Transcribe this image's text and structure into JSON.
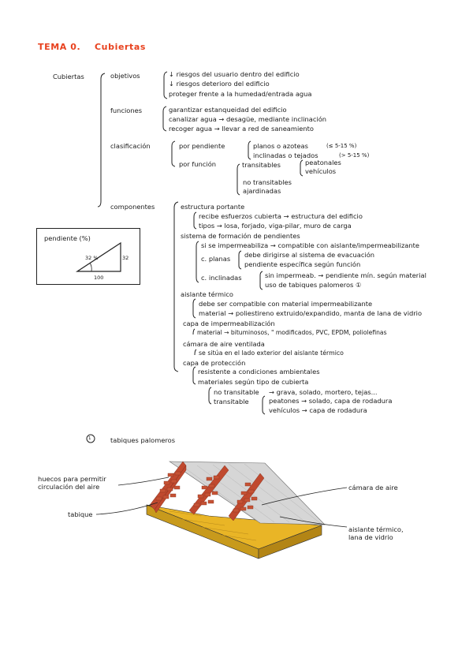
{
  "header": {
    "tema": "TEMA 0.",
    "title": "Cubiertas"
  },
  "root": "Cubiertas",
  "objetivos": {
    "label": "objetivos",
    "items": [
      "↓ riesgos del usuario dentro del edificio",
      "↓ riesgos deterioro del edificio",
      "proteger frente a la humedad/entrada agua"
    ]
  },
  "funciones": {
    "label": "funciones",
    "items": [
      "garantizar estanqueidad del edificio",
      "canalizar agua → desagüe, mediante inclinación",
      "recoger agua → llevar a red de saneamiento"
    ]
  },
  "clasificacion": {
    "label": "clasificación",
    "por_pendiente": "por pendiente",
    "planos": "planos o azoteas",
    "planos_range": "(≤ 5-15 %)",
    "inclinados": "inclinadas o tejados",
    "inclinados_range": "(> 5-15 %)",
    "por_funcion": "por función",
    "transitables": "transitables",
    "peatonales": "peatonales",
    "vehiculos": "vehículos",
    "no_transitables": "no transitables",
    "ajardinadas": "ajardinadas"
  },
  "componentes": {
    "label": "componentes",
    "estructura": "estructura portante",
    "estructura_items": [
      "recibe esfuerzos cubierta → estructura del edificio",
      "tipos → losa, forjado, viga-pilar, muro de carga"
    ],
    "formacion": "sistema de formación de pendientes",
    "formacion_impermeabiliza": "si se impermeabiliza → compatible con aislante/impermeabilizante",
    "c_planas": "c. planas",
    "c_planas_items": [
      "debe dirigirse al sistema de evacuación",
      "pendiente específica según función"
    ],
    "c_inclinadas": "c. inclinadas",
    "c_inclinadas_items": [
      "sin impermeab. → pendiente mín. según material",
      "uso de tabiques palomeros ①"
    ],
    "aislante": "aislante térmico",
    "aislante_items": [
      "debe ser compatible con material impermeabilizante",
      "material → poliestireno extruido/expandido, manta de lana de vidrio"
    ],
    "capa_imper": "capa de impermeabilización",
    "capa_imper_item": "material → bituminosos, \" modificados, PVC, EPDM, poliolefinas",
    "camara": "cámara de aire ventilada",
    "camara_item": "se sitúa en el lado exterior del aislante térmico",
    "proteccion": "capa de protección",
    "proteccion_items": [
      "resistente a condiciones ambientales",
      "materiales según tipo de cubierta"
    ],
    "no_transitable": "no transitable",
    "no_transitable_item": "→ grava, solado, mortero, tejas...",
    "transitable": "transitable",
    "peatones": "peatones → solado, capa de rodadura",
    "vehiculos2": "vehículos → capa de rodadura"
  },
  "pendiente_diagram": {
    "label": "pendiente (%)",
    "angle": "32 %",
    "rise": "32",
    "run": "100"
  },
  "section2": {
    "marker": "1",
    "title": "tabiques palomeros",
    "labels": {
      "huecos": "huecos para permitir circulación del aire",
      "tabique": "tabique",
      "camara": "cámara de aire",
      "aislante": "aislante térmico, lana de vidrio"
    }
  },
  "colors": {
    "title": "#e8411e",
    "brick": "#c0492e",
    "insulation": "#e9b526",
    "roof": "#d6d6d6"
  }
}
